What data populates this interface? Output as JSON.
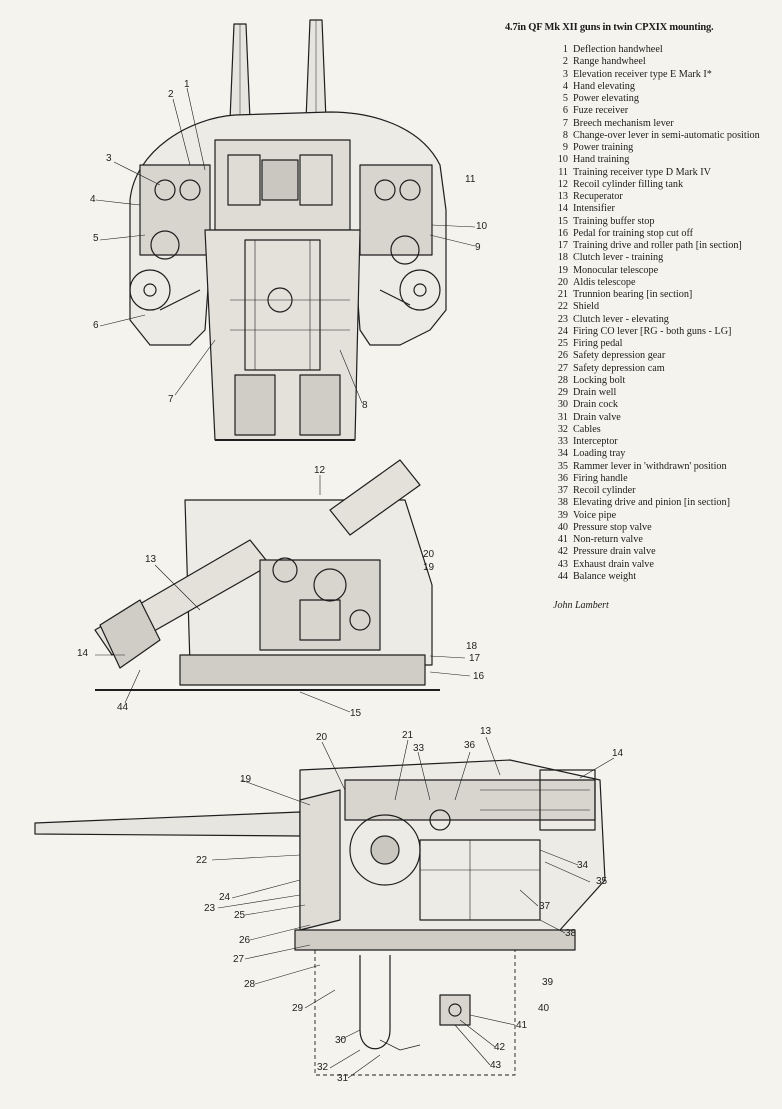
{
  "caption": "4.7in QF Mk XII guns in twin CPXIX mounting.",
  "legend": [
    {
      "num": "1",
      "text": "Deflection handwheel"
    },
    {
      "num": "2",
      "text": "Range handwheel"
    },
    {
      "num": "3",
      "text": "Elevation receiver type E Mark I*"
    },
    {
      "num": "4",
      "text": "Hand elevating"
    },
    {
      "num": "5",
      "text": "Power elevating"
    },
    {
      "num": "6",
      "text": "Fuze receiver"
    },
    {
      "num": "7",
      "text": "Breech mechanism lever"
    },
    {
      "num": "8",
      "text": "Change-over lever in semi-automatic position"
    },
    {
      "num": "9",
      "text": "Power training"
    },
    {
      "num": "10",
      "text": "Hand training"
    },
    {
      "num": "11",
      "text": "Training receiver type D Mark IV"
    },
    {
      "num": "12",
      "text": "Recoil cylinder filling tank"
    },
    {
      "num": "13",
      "text": "Recuperator"
    },
    {
      "num": "14",
      "text": "Intensifier"
    },
    {
      "num": "15",
      "text": "Training buffer stop"
    },
    {
      "num": "16",
      "text": "Pedal for training stop cut off"
    },
    {
      "num": "17",
      "text": "Training drive and roller path [in section]"
    },
    {
      "num": "18",
      "text": "Clutch lever - training"
    },
    {
      "num": "19",
      "text": "Monocular telescope"
    },
    {
      "num": "20",
      "text": "Aldis telescope"
    },
    {
      "num": "21",
      "text": "Trunnion bearing [in section]"
    },
    {
      "num": "22",
      "text": "Shield"
    },
    {
      "num": "23",
      "text": "Clutch lever - elevating"
    },
    {
      "num": "24",
      "text": "Firing CO lever [RG - both guns - LG]"
    },
    {
      "num": "25",
      "text": "Firing pedal"
    },
    {
      "num": "26",
      "text": "Safety depression gear"
    },
    {
      "num": "27",
      "text": "Safety depression cam"
    },
    {
      "num": "28",
      "text": "Locking bolt"
    },
    {
      "num": "29",
      "text": "Drain well"
    },
    {
      "num": "30",
      "text": "Drain cock"
    },
    {
      "num": "31",
      "text": "Drain valve"
    },
    {
      "num": "32",
      "text": "Cables"
    },
    {
      "num": "33",
      "text": "Interceptor"
    },
    {
      "num": "34",
      "text": "Loading tray"
    },
    {
      "num": "35",
      "text": "Rammer lever in 'withdrawn' position"
    },
    {
      "num": "36",
      "text": "Firing handle"
    },
    {
      "num": "37",
      "text": "Recoil cylinder"
    },
    {
      "num": "38",
      "text": "Elevating drive and pinion [in section]"
    },
    {
      "num": "39",
      "text": "Voice pipe"
    },
    {
      "num": "40",
      "text": "Pressure stop valve"
    },
    {
      "num": "41",
      "text": "Non-return valve"
    },
    {
      "num": "42",
      "text": "Pressure drain valve"
    },
    {
      "num": "43",
      "text": "Exhaust drain valve"
    },
    {
      "num": "44",
      "text": "Balance weight"
    }
  ],
  "signature": "John Lambert",
  "views": {
    "front": [
      "1",
      "2",
      "3",
      "4",
      "5",
      "6",
      "7",
      "8",
      "9",
      "10",
      "11"
    ],
    "side": [
      "12",
      "13",
      "14",
      "15",
      "16",
      "17",
      "18",
      "19",
      "20",
      "44"
    ],
    "section": [
      "13",
      "14",
      "19",
      "20",
      "21",
      "22",
      "23",
      "24",
      "25",
      "26",
      "27",
      "28",
      "29",
      "30",
      "31",
      "32",
      "33",
      "34",
      "35",
      "36",
      "37",
      "38",
      "39",
      "40",
      "41",
      "42",
      "43"
    ]
  }
}
